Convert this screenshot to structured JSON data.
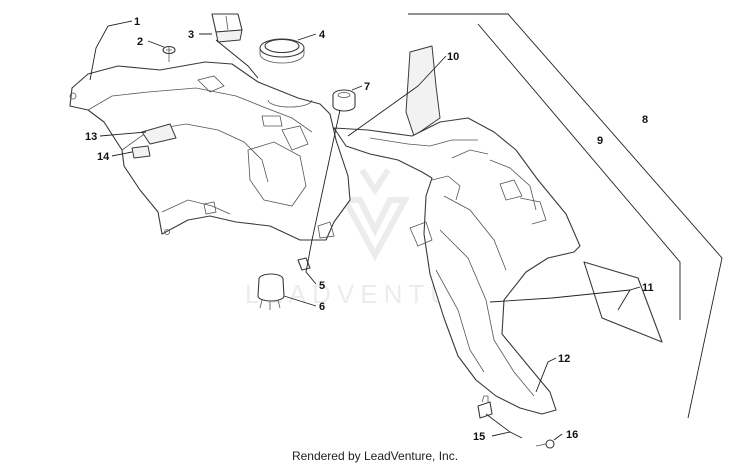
{
  "callouts": [
    {
      "id": "1",
      "label": "1"
    },
    {
      "id": "2",
      "label": "2"
    },
    {
      "id": "3",
      "label": "3"
    },
    {
      "id": "4",
      "label": "4"
    },
    {
      "id": "5",
      "label": "5"
    },
    {
      "id": "6",
      "label": "6"
    },
    {
      "id": "7",
      "label": "7"
    },
    {
      "id": "8",
      "label": "8"
    },
    {
      "id": "9",
      "label": "9"
    },
    {
      "id": "10",
      "label": "10"
    },
    {
      "id": "11",
      "label": "11"
    },
    {
      "id": "12",
      "label": "12"
    },
    {
      "id": "13",
      "label": "13"
    },
    {
      "id": "14",
      "label": "14"
    },
    {
      "id": "15",
      "label": "15"
    },
    {
      "id": "16",
      "label": "16"
    }
  ],
  "watermark": {
    "text": "LEADVENTURE"
  },
  "footer": {
    "credit": "Rendered by LeadVenture, Inc."
  }
}
